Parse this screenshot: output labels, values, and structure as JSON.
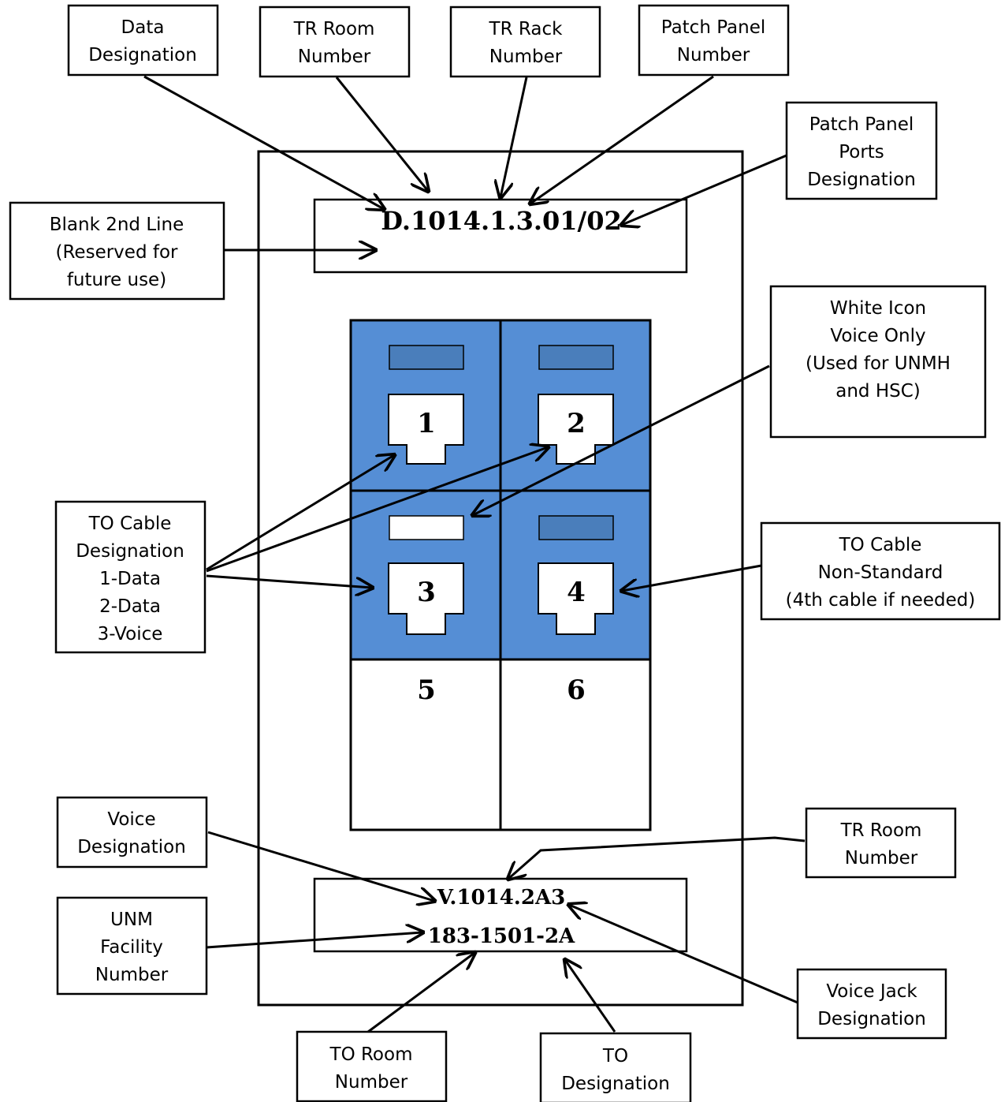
{
  "labels": {
    "data_designation": [
      "Data",
      "Designation"
    ],
    "tr_room_top": [
      "TR Room",
      "Number"
    ],
    "tr_rack": [
      "TR Rack",
      "Number"
    ],
    "patch_panel": [
      "Patch Panel",
      "Number"
    ],
    "patch_panel_ports": [
      "Patch Panel",
      "Ports",
      "Designation"
    ],
    "blank_line": [
      "Blank 2nd Line",
      "(Reserved for",
      "future use)"
    ],
    "white_icon": [
      "White Icon",
      "Voice Only",
      "(Used for UNMH",
      "and HSC)"
    ],
    "to_cable": [
      "TO Cable",
      "Designation",
      "1-Data",
      "2-Data",
      "3-Voice"
    ],
    "to_nonstandard": [
      "TO  Cable",
      "Non-Standard",
      "(4th cable if needed)"
    ],
    "voice_designation": [
      "Voice",
      "Designation"
    ],
    "unm_facility": [
      "UNM",
      "Facility",
      "Number"
    ],
    "tr_room_bottom": [
      "TR  Room",
      "Number"
    ],
    "voice_jack": [
      "Voice  Jack",
      "Designation"
    ],
    "to_room": [
      "TO Room",
      "Number"
    ],
    "to_designation": [
      "TO",
      "Designation"
    ]
  },
  "faceplate": {
    "data_code": "D.1014.1.3.01/02",
    "voice_code": "V.1014.2A3",
    "facility_code": "183-1501-2A"
  },
  "ports": [
    "1",
    "2",
    "3",
    "4",
    "5",
    "6"
  ],
  "colors": {
    "port_blue": "#558ed5",
    "icon_dark": "#4a7ebb",
    "icon_white": "#ffffff"
  }
}
